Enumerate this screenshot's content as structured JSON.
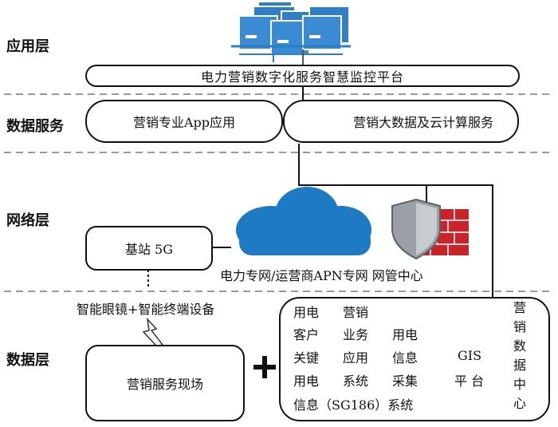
{
  "layers": {
    "application": "应用层",
    "data_service": "数据服务",
    "network": "网络层",
    "data": "数据层"
  },
  "platform": "电力营销数字化服务智慧监控平台",
  "services": {
    "app": "营销专业App应用",
    "bigdata": "营销大数据及云计算服务"
  },
  "network": {
    "base_station": "基站 5G",
    "apn": "电力专网/运营商APN专网 网管中心"
  },
  "devices": "智能眼镜+智能终端设备",
  "field": "营销服务现场",
  "plus": "+",
  "systems": {
    "grid": [
      [
        "用电",
        "营销",
        ""
      ],
      [
        "客户",
        "业务",
        "用电"
      ],
      [
        "关键",
        "应用",
        "信息"
      ],
      [
        "用电",
        "系统",
        "采集"
      ]
    ],
    "sg186": "信息（SG186）系统",
    "gis": [
      "GIS",
      "平 台"
    ],
    "data_center": "营销数据中心"
  },
  "colors": {
    "server_blue": "#2f7fc8",
    "cloud_blue": "#1f7ac4",
    "brick_red": "#c8242a",
    "shield_grey": "#9aa0a6",
    "dash": "#9a9a9a"
  }
}
